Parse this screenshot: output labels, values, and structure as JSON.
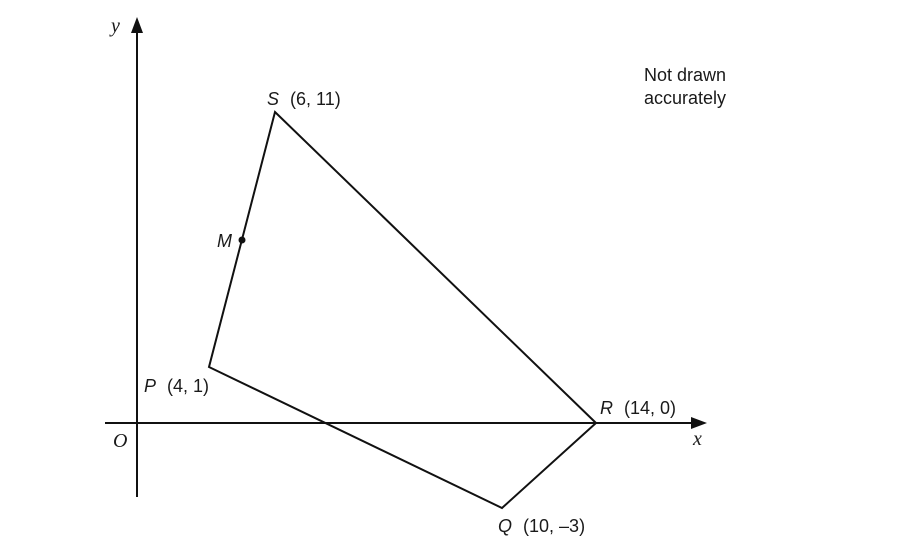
{
  "diagram": {
    "note_line1": "Not drawn",
    "note_line2": "accurately",
    "axes": {
      "x_label": "x",
      "y_label": "y",
      "origin_label": "O"
    },
    "points": {
      "S": {
        "name": "S",
        "coords": "(6, 11)",
        "x": 6,
        "y": 11
      },
      "P": {
        "name": "P",
        "coords": "(4, 1)",
        "x": 4,
        "y": 1
      },
      "R": {
        "name": "R",
        "coords": "(14, 0)",
        "x": 14,
        "y": 0
      },
      "Q": {
        "name": "Q",
        "coords": "(10, –3)",
        "x": 10,
        "y": -3
      },
      "M": {
        "name": "M",
        "description": "point on segment PS"
      }
    },
    "shape": "quadrilateral PQRS",
    "colors": {
      "stroke": "#111111",
      "background": "#ffffff"
    }
  }
}
